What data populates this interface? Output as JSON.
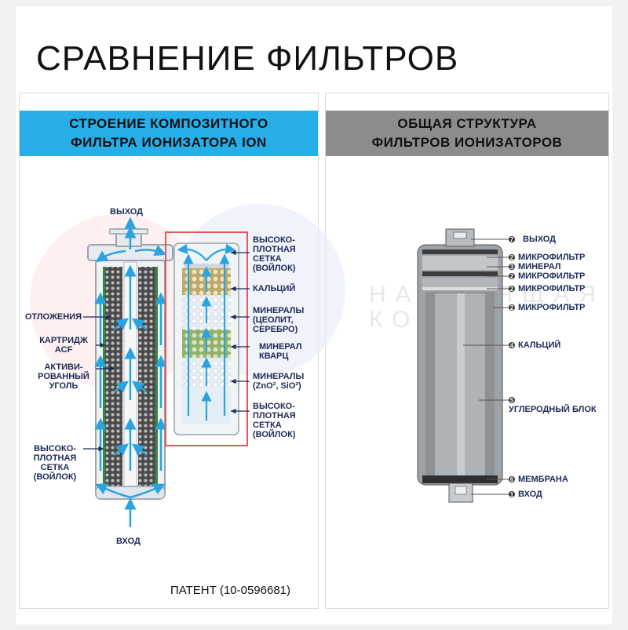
{
  "title": "СРАВНЕНИЕ ФИЛЬТРОВ",
  "left_panel": {
    "header_line1": "СТРОЕНИЕ КОМПОЗИТНОГО",
    "header_line2": "ФИЛЬТРА ИОНИЗАТОРА  ION",
    "header_color": "#27aee8",
    "labels": {
      "output": "ВЫХОД",
      "input": "ВХОД",
      "deposits": "ОТЛОЖЕНИЯ",
      "cartridge": [
        "КАРТРИДЖ",
        "ACF"
      ],
      "carbon": [
        "АКТИВИ-",
        "РОВАННЫЙ",
        "УГОЛЬ"
      ],
      "mesh_left": [
        "ВЫСОКО-",
        "ПЛОТНАЯ",
        "СЕТКА",
        "(ВОЙЛОК)"
      ],
      "mesh_top": [
        "ВЫСОКО-",
        "ПЛОТНАЯ",
        "СЕТКА",
        "(ВОЙЛОК)"
      ],
      "calcium": "КАЛЬЦИЙ",
      "minerals1": [
        "МИНЕРАЛЫ",
        "(ЦЕОЛИТ,",
        "СЕРЕБРО)"
      ],
      "quartz": [
        "МИНЕРАЛ",
        "КВАРЦ"
      ],
      "minerals2": [
        "МИНЕРАЛЫ",
        "(ZnO², SiO²)"
      ],
      "mesh_bottom": [
        "ВЫСОКО-",
        "ПЛОТНАЯ",
        "СЕТКА",
        "(ВОЙЛОК)"
      ]
    },
    "patent": "ПАТЕНТ (10-0596681)"
  },
  "right_panel": {
    "header_line1": "ОБЩАЯ СТРУКТУРА",
    "header_line2": "ФИЛЬТРОВ ИОНИЗАТОРОВ",
    "header_color": "#8c8c8c",
    "labels": [
      {
        "num": "7",
        "text": "ВЫХОД"
      },
      {
        "num": "2",
        "text": "МИКРОФИЛЬТР"
      },
      {
        "num": "3",
        "text": "МИНЕРАЛ"
      },
      {
        "num": "2",
        "text": "МИКРОФИЛЬТР"
      },
      {
        "num": "2",
        "text": "МИКРОФИЛЬТР"
      },
      {
        "num": "2",
        "text": "МИКРОФИЛЬТР"
      },
      {
        "num": "4",
        "text": "КАЛЬЦИЙ"
      },
      {
        "num": "5",
        "text": "УГЛЕРОДНЫЙ БЛОК"
      },
      {
        "num": "6",
        "text": "МЕМБРАНА"
      },
      {
        "num": "1",
        "text": "ВХОД"
      }
    ]
  },
  "watermark": [
    "НАСТОЯЩАЯ",
    "КОРЕЯ"
  ],
  "colors": {
    "arrow": "#2aa3e0",
    "label": "#1d2a55",
    "highlight_box": "#e05a5a"
  }
}
